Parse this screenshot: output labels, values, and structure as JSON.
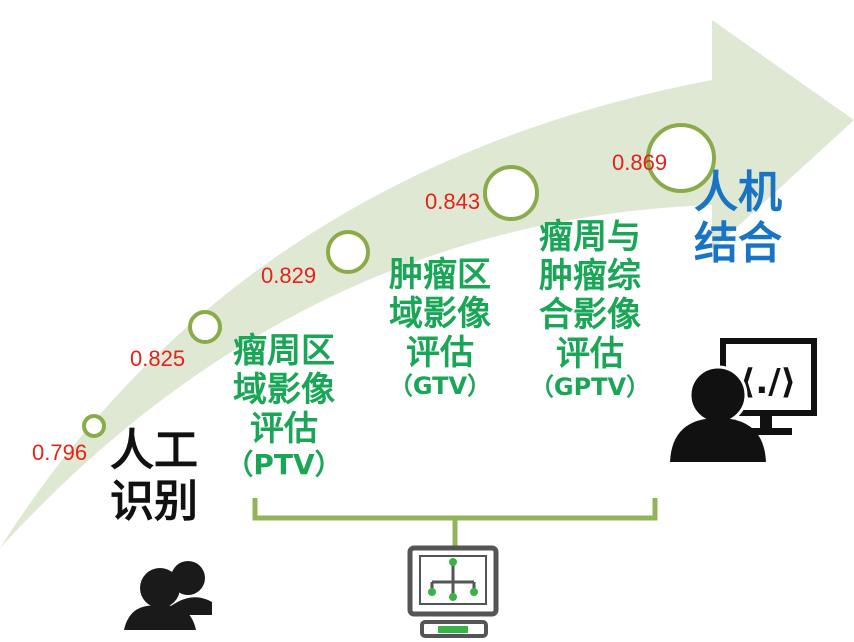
{
  "milestones": [
    {
      "score": "0.796",
      "lines": [
        "人工",
        "识别"
      ],
      "abbr": ""
    },
    {
      "score": "0.825",
      "lines": [],
      "abbr": ""
    },
    {
      "score": "0.829",
      "lines": [
        "瘤周区",
        "域影像",
        "评估"
      ],
      "abbr": "（PTV）"
    },
    {
      "score": "0.843",
      "lines": [
        "肿瘤区",
        "域影像",
        "评估"
      ],
      "abbr": "（GTV）"
    },
    {
      "score": "0.869",
      "lines": [
        "瘤周与",
        "肿瘤综",
        "合影像",
        "评估"
      ],
      "abbr": "（GPTV）"
    }
  ],
  "final": {
    "lines": [
      "人机",
      "结合"
    ]
  },
  "colors": {
    "arrow": "#dfe8d2",
    "circle": "#8aab4a",
    "score": "#e3231b",
    "green_text": "#1aa657",
    "blue_text": "#1a74c4"
  },
  "icons": [
    "users-icon",
    "computer-network-icon",
    "programmer-icon",
    "code-icon"
  ]
}
